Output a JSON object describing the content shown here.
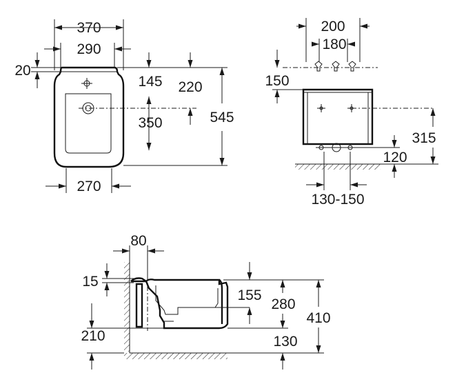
{
  "top_view": {
    "dims": {
      "overall_width": "370",
      "rim_width": "290",
      "offset": "20",
      "tap_to_back": "145",
      "depth_220": "220",
      "drain_to_front": "350",
      "overall_depth": "545",
      "base_width": "270"
    }
  },
  "side_back_view": {
    "dims": {
      "outer_spacing": "200",
      "inner_spacing": "180",
      "pipe_height": "150",
      "hole_height": "315",
      "drain_height": "120",
      "drain_spacing": "130-150"
    }
  },
  "section_view": {
    "dims": {
      "wall_offset": "80",
      "rim_thickness": "15",
      "inner_155": "155",
      "height_280": "280",
      "overall_height": "410",
      "floor_gap": "210",
      "base_130": "130"
    }
  }
}
